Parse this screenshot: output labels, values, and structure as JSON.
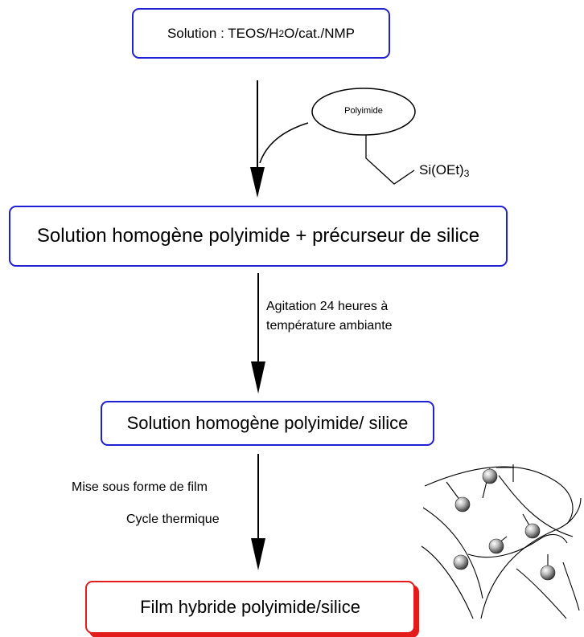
{
  "boxes": {
    "start": {
      "prefix": "Solution : TEOS/H",
      "sub1": "2",
      "suffix": "O/cat./NMP"
    },
    "homogeneous_precursor": "Solution homogène polyimide + précurseur de silice",
    "homogeneous_silica": "Solution homogène polyimide/ silice",
    "final_film": "Film hybride polyimide/silice"
  },
  "reagent": {
    "polymer_label": "Polyimide",
    "silane_prefix": "Si(OEt)",
    "silane_sub": "3"
  },
  "steps": {
    "stirring_line1": "Agitation 24 heures à",
    "stirring_line2": "température ambiante",
    "film_forming": "Mise sous forme de film",
    "thermal_cycle": "Cycle thermique"
  },
  "colors": {
    "process_box_border": "#1f1fd6",
    "final_box_border": "#e41b1b",
    "arrow": "#000000",
    "particle": "#b8b8b8"
  }
}
